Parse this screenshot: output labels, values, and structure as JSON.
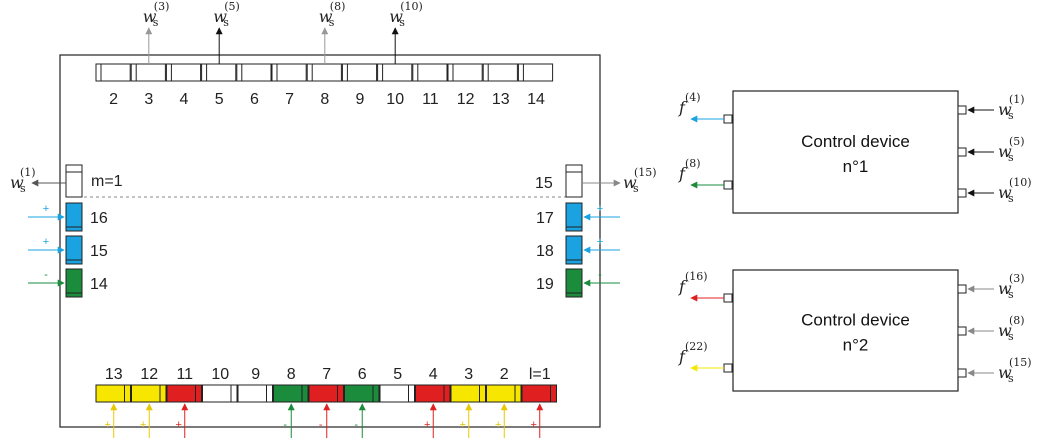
{
  "top_ws": [
    {
      "sym": "w",
      "sub": "s",
      "sup": "(3)",
      "color": "#999999"
    },
    {
      "sym": "w",
      "sub": "s",
      "sup": "(5)",
      "color": "#111111"
    },
    {
      "sym": "w",
      "sub": "s",
      "sup": "(8)",
      "color": "#999999"
    },
    {
      "sym": "w",
      "sub": "s",
      "sup": "(10)",
      "color": "#111111"
    }
  ],
  "top_numbers": [
    "2",
    "3",
    "4",
    "5",
    "6",
    "7",
    "8",
    "9",
    "10",
    "11",
    "12",
    "13",
    "14"
  ],
  "left_out": {
    "sym": "w",
    "sub": "s",
    "sup": "(1)"
  },
  "right_out": {
    "sym": "w",
    "sub": "s",
    "sup": "(15)"
  },
  "left_top_label": "m=1",
  "right_top_label": "15",
  "left_side": [
    {
      "label": "16",
      "color": "#1aa3e0",
      "sign": "+"
    },
    {
      "label": "15",
      "color": "#1aa3e0",
      "sign": "+"
    },
    {
      "label": "14",
      "color": "#1a8c3c",
      "sign": "-"
    }
  ],
  "right_side": [
    {
      "label": "17",
      "color": "#1aa3e0",
      "sign": "+"
    },
    {
      "label": "18",
      "color": "#1aa3e0",
      "sign": "+"
    },
    {
      "label": "19",
      "color": "#1a8c3c",
      "sign": "-"
    }
  ],
  "bottom": [
    {
      "label": "13",
      "color": "#f7e600",
      "sign": "+"
    },
    {
      "label": "12",
      "color": "#f7e600",
      "sign": "+"
    },
    {
      "label": "11",
      "color": "#e02020",
      "sign": "+"
    },
    {
      "label": "10",
      "color": "#ffffff",
      "sign": ""
    },
    {
      "label": "9",
      "color": "#ffffff",
      "sign": ""
    },
    {
      "label": "8",
      "color": "#1a8c3c",
      "sign": "-"
    },
    {
      "label": "7",
      "color": "#e02020",
      "sign": "-"
    },
    {
      "label": "6",
      "color": "#1a8c3c",
      "sign": "-"
    },
    {
      "label": "5",
      "color": "#ffffff",
      "sign": ""
    },
    {
      "label": "4",
      "color": "#e02020",
      "sign": "+"
    },
    {
      "label": "3",
      "color": "#f7e600",
      "sign": "+"
    },
    {
      "label": "2",
      "color": "#f7e600",
      "sign": "+"
    },
    {
      "label": "l=1",
      "color": "#e02020",
      "sign": "+"
    }
  ],
  "devices": [
    {
      "title_line1": "Control device",
      "title_line2": "n°1",
      "outputs": [
        {
          "sym": "f",
          "sup": "(4)",
          "color": "#1aa3e0"
        },
        {
          "sym": "f",
          "sup": "(8)",
          "color": "#1a8c3c"
        }
      ],
      "inputs": [
        {
          "sym": "w",
          "sub": "s",
          "sup": "(1)",
          "color": "#111111"
        },
        {
          "sym": "w",
          "sub": "s",
          "sup": "(5)",
          "color": "#111111"
        },
        {
          "sym": "w",
          "sub": "s",
          "sup": "(10)",
          "color": "#111111"
        }
      ]
    },
    {
      "title_line1": "Control device",
      "title_line2": "n°2",
      "outputs": [
        {
          "sym": "f",
          "sup": "(16)",
          "color": "#e02020"
        },
        {
          "sym": "f",
          "sup": "(22)",
          "color": "#f7e600"
        }
      ],
      "inputs": [
        {
          "sym": "w",
          "sub": "s",
          "sup": "(3)",
          "color": "#888888"
        },
        {
          "sym": "w",
          "sub": "s",
          "sup": "(8)",
          "color": "#888888"
        },
        {
          "sym": "w",
          "sub": "s",
          "sup": "(15)",
          "color": "#888888"
        }
      ]
    }
  ]
}
